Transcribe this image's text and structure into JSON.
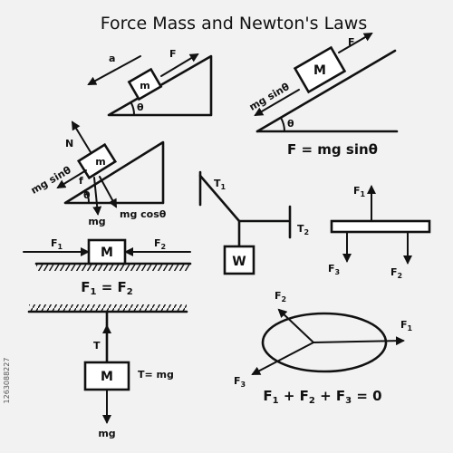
{
  "title": "Force Mass and Newton's Laws",
  "watermark_id": "1263088227",
  "incline1": {
    "accel": "a",
    "force": "F",
    "mass": "m",
    "angle": "θ"
  },
  "incline2": {
    "component": "mg sinθ",
    "force": "F",
    "mass": "M",
    "angle": "θ",
    "equation": "F = mg sinθ"
  },
  "incline3": {
    "normal": "N",
    "mass": "m",
    "parallel": "mg sinθ",
    "friction": "f",
    "angle": "θ",
    "weight": "mg",
    "perpendicular": "mg cosθ"
  },
  "pulley": {
    "t1": "T",
    "t1_sub": "1",
    "t2": "T",
    "t2_sub": "2",
    "weight": "W"
  },
  "beam": {
    "f1": "F",
    "f1_sub": "1",
    "f2": "F",
    "f2_sub": "2",
    "f3": "F",
    "f3_sub": "3"
  },
  "horizontal": {
    "f1": "F",
    "f1_sub": "1",
    "f2": "F",
    "f2_sub": "2",
    "mass": "M",
    "eq_f1": "F",
    "eq_f1_sub": "1",
    "eq_equals": " = ",
    "eq_f2": "F",
    "eq_f2_sub": "2"
  },
  "hanging": {
    "tension": "T",
    "mass": "M",
    "equation": "T= mg",
    "weight": "mg"
  },
  "ellipse": {
    "f1": "F",
    "f1_sub": "1",
    "f2": "F",
    "f2_sub": "2",
    "f3": "F",
    "f3_sub": "3",
    "eq": {
      "a": "F",
      "a_sub": "1",
      "plus1": " + ",
      "b": "F",
      "b_sub": "2",
      "plus2": " + ",
      "c": "F",
      "c_sub": "3",
      "rhs": " = 0"
    }
  }
}
